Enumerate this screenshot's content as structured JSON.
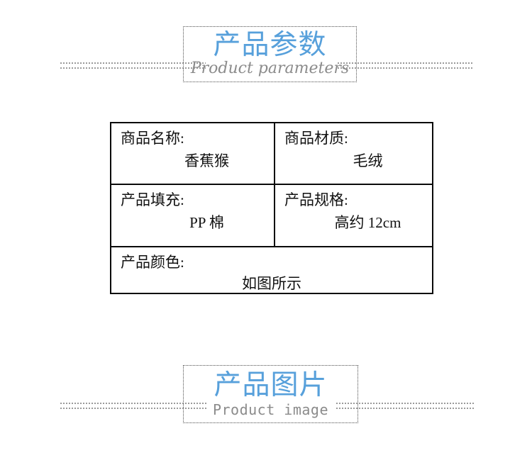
{
  "colors": {
    "accent_blue": "#57a0db",
    "subtitle_gray": "#8b8b8b",
    "dotted_line_gray": "#9a9a9a",
    "table_border": "#0a0a0a"
  },
  "sections": {
    "params": {
      "title_cn": "产品参数",
      "title_en": "Product parameters"
    },
    "image": {
      "title_cn": "产品图片",
      "title_en": "Product image"
    }
  },
  "table": {
    "rows": [
      {
        "cells": [
          {
            "label": "商品名称:",
            "value": "香蕉猴"
          },
          {
            "label": "商品材质:",
            "value": "毛绒"
          }
        ]
      },
      {
        "cells": [
          {
            "label": "产品填充:",
            "value": "PP 棉"
          },
          {
            "label": "产品规格:",
            "value": "高约 12cm"
          }
        ]
      },
      {
        "cells": [
          {
            "label": "产品颜色:",
            "value": "如图所示"
          }
        ]
      }
    ]
  }
}
